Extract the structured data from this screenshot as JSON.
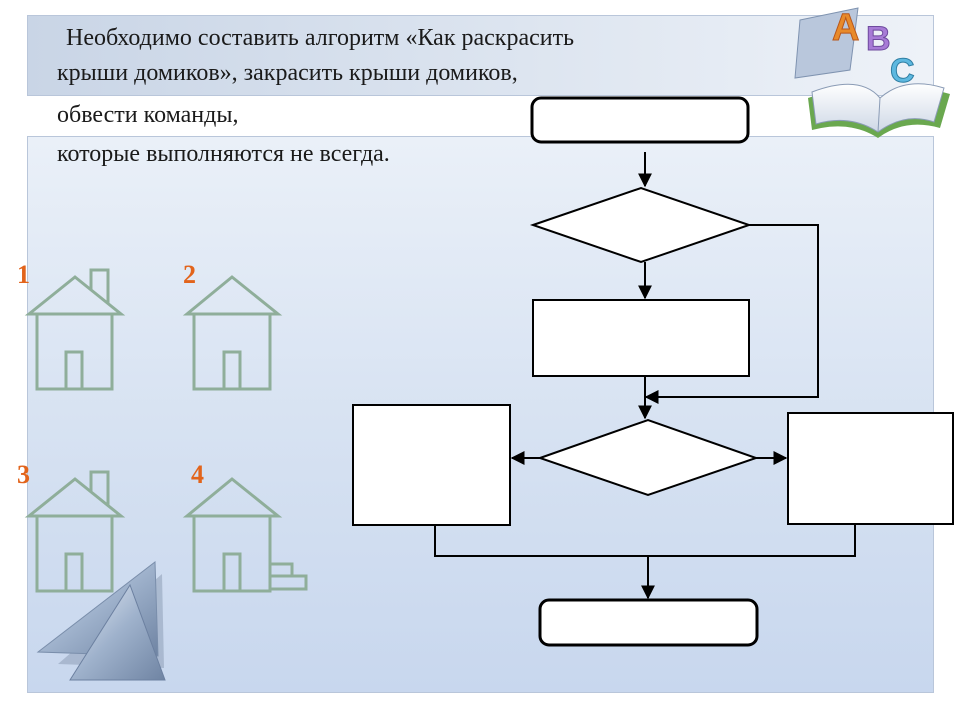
{
  "instruction": {
    "line1": "Необходимо составить алгоритм «Как раскрасить",
    "line2": "крыши домиков», закрасить крыши домиков,",
    "line3": "обвести команды,",
    "line4": "которые выполняются не всегда."
  },
  "house_numbers": [
    "1",
    "2",
    "3",
    "4"
  ],
  "logo_letters": [
    "A",
    "B",
    "C"
  ],
  "colors": {
    "house_stroke": "#8fae9a",
    "number": "#e2641b",
    "flow_stroke": "#000000"
  },
  "icons": [
    "abc-book-icon",
    "decorative-triangles"
  ]
}
